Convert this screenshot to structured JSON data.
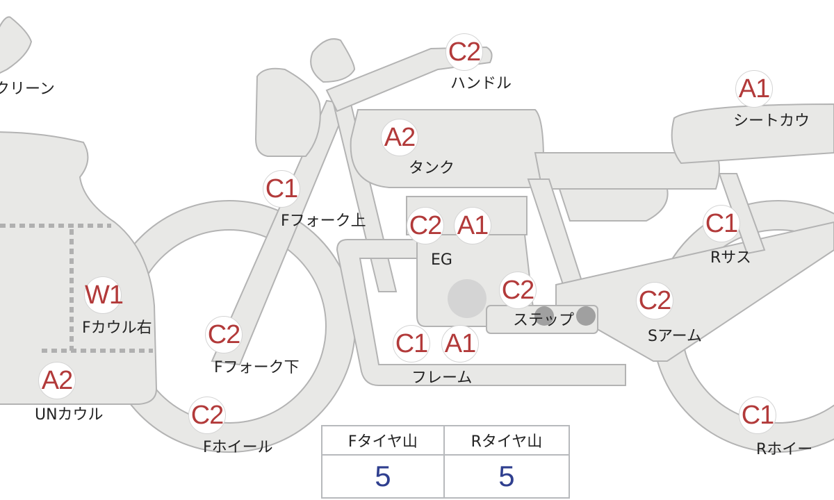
{
  "colors": {
    "part_fill": "#e8e8e6",
    "part_stroke": "#b3b3b3",
    "grade_text": "#b23a3a",
    "tire_value": "#2f3f8f"
  },
  "parts": [
    {
      "grade": "C2",
      "label": "ハンドル"
    },
    {
      "grade": "A1",
      "label": "シートカウ"
    },
    {
      "grade": "A2",
      "label": "タンク"
    },
    {
      "grade": "C1",
      "label": "Fフォーク上"
    },
    {
      "grade": "C2",
      "label": "EG"
    },
    {
      "grade": "A1",
      "label": ""
    },
    {
      "grade": "C1",
      "label": "Rサス"
    },
    {
      "grade": "C2",
      "label": "ステップ"
    },
    {
      "grade": "C2",
      "label": "Sアーム"
    },
    {
      "grade": "W1",
      "label": "Fカウル右"
    },
    {
      "grade": "C2",
      "label": "Fフォーク下"
    },
    {
      "grade": "C1",
      "label": "フレーム"
    },
    {
      "grade": "A1",
      "label": ""
    },
    {
      "grade": "A2",
      "label": "UNカウル"
    },
    {
      "grade": "C2",
      "label": "Fホイール"
    },
    {
      "grade": "C1",
      "label": "Rホイー"
    }
  ],
  "screen_label": "クリーン",
  "tire_table": {
    "headers": [
      "Fタイヤ山",
      "Rタイヤ山"
    ],
    "values": [
      "5",
      "5"
    ]
  }
}
